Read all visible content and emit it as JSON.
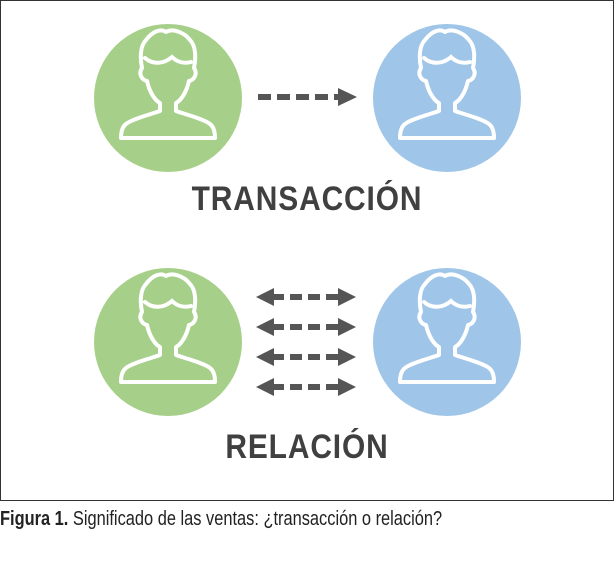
{
  "diagram": {
    "label_transaction": "TRANSACCIÓN",
    "label_relation": "RELACIÓN",
    "colors": {
      "seller": "#a6d08a",
      "buyer": "#9fc5e8",
      "arrow": "#555555",
      "text": "#404040",
      "border": "#333333"
    }
  },
  "caption": {
    "prefix": "Figura 1.",
    "text": " Significado de las ventas: ¿transacción o relación?"
  }
}
